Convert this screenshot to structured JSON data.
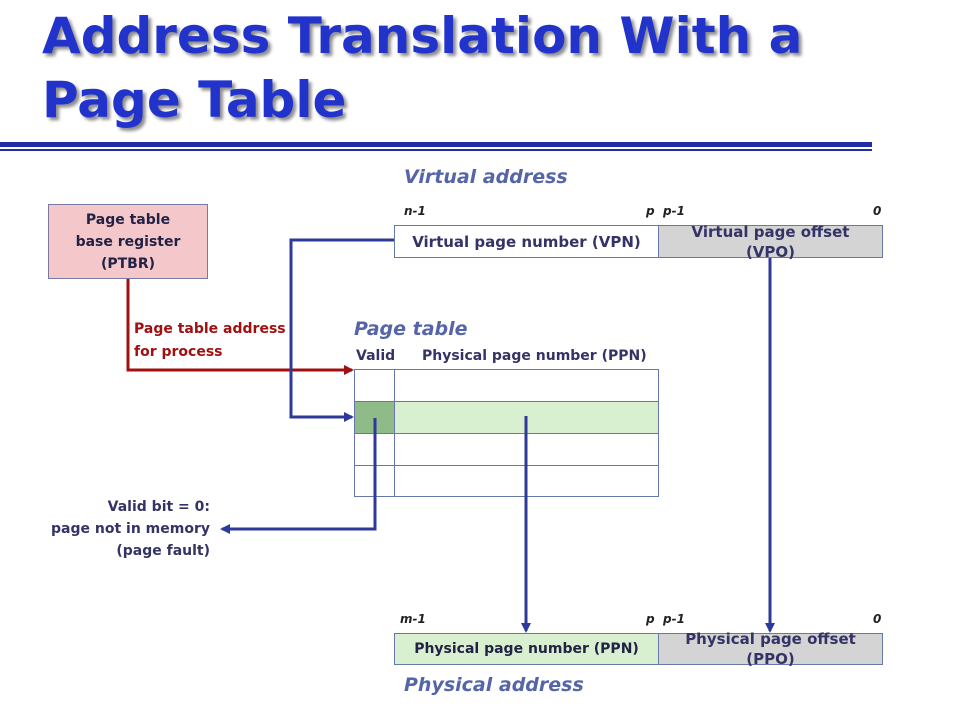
{
  "title": {
    "line1": "Address Translation With a",
    "line2": "Page Table"
  },
  "virtual_address": {
    "label": "Virtual address",
    "bit_n1": "n-1",
    "bit_p": "p",
    "bit_p1": "p-1",
    "bit_0": "0",
    "vpn_label": "Virtual page number (VPN)",
    "vpo_label_line1": "Virtual page offset",
    "vpo_label_line2": "(VPO)"
  },
  "ptbr": {
    "line1": "Page table",
    "line2": "base register",
    "line3": "(PTBR)"
  },
  "page_table_address": {
    "line1": "Page table address",
    "line2": "for process"
  },
  "page_table": {
    "label": "Page table",
    "col_valid": "Valid",
    "col_ppn": "Physical page number (PPN)"
  },
  "valid_note": {
    "line1": "Valid bit = 0:",
    "line2": "page not in memory",
    "line3": "(page fault)"
  },
  "physical_address": {
    "label": "Physical address",
    "bit_m1": "m-1",
    "bit_p": "p",
    "bit_p1": "p-1",
    "bit_0": "0",
    "ppn_label": "Physical page number (PPN)",
    "ppo_label_line1": "Physical page offset",
    "ppo_label_line2": "(PPO)"
  },
  "colors": {
    "title": "#2233cc",
    "arrow_blue": "#2e3a9a",
    "arrow_red": "#a01010",
    "ptbr_fill": "#f4c8ca",
    "row_highlight": "#d8f0d0",
    "valid_highlight": "#8fbb88",
    "offset_fill": "#d4d4d4"
  }
}
